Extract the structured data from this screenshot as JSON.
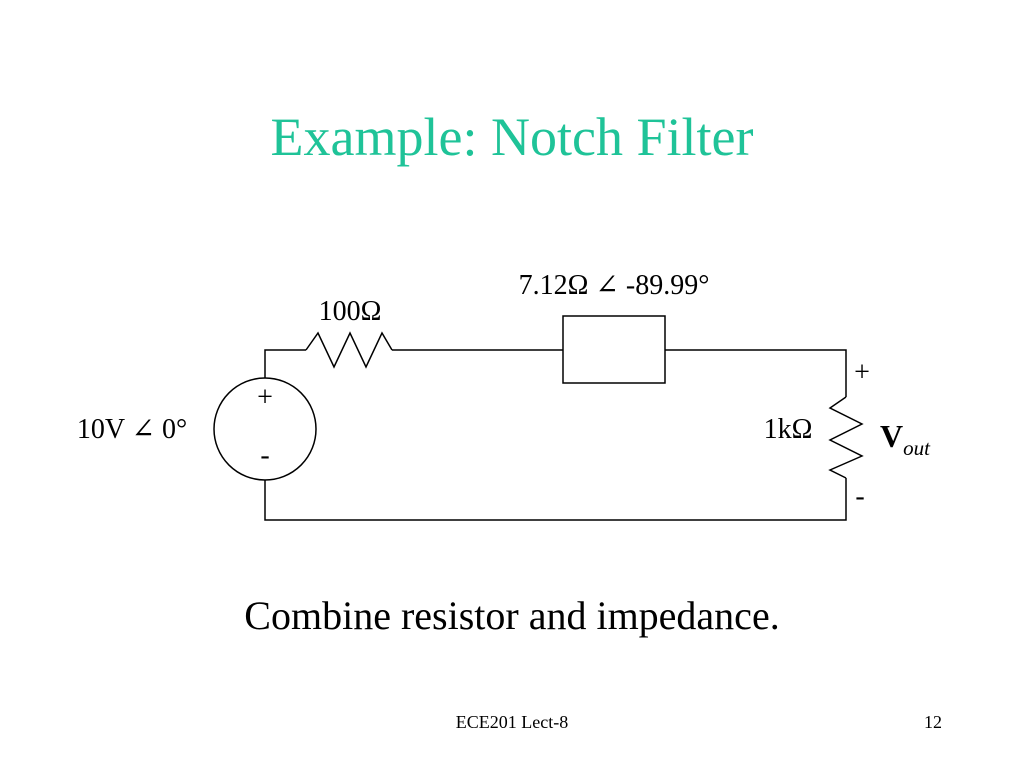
{
  "slide": {
    "title": "Example: Notch Filter",
    "caption": "Combine resistor and impedance.",
    "footer_center": "ECE201 Lect-8",
    "page_number": "12"
  },
  "circuit": {
    "source_label": "10V ∠ 0°",
    "source_plus": "+",
    "source_minus": "-",
    "series_resistor_label": "100Ω",
    "impedance_label": "7.12Ω ∠ -89.99°",
    "load_resistor_label": "1kΩ",
    "out_plus": "+",
    "out_minus": "-",
    "vout_symbol": "V",
    "vout_subscript": "out"
  },
  "colors": {
    "title": "#1fc398",
    "lines": "#000000"
  }
}
